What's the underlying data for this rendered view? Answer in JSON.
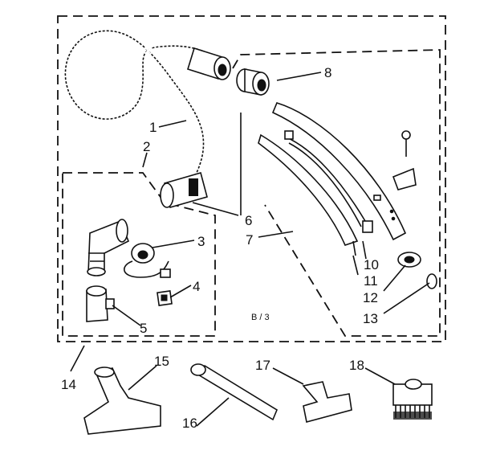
{
  "diagram": {
    "labels": {
      "1": "1",
      "2": "2",
      "3": "3",
      "4": "4",
      "5": "5",
      "6": "6",
      "7": "7",
      "8": "8",
      "10": "10",
      "11": "11",
      "12": "12",
      "13": "13",
      "14": "14",
      "15": "15",
      "16": "16",
      "17": "17",
      "18": "18"
    },
    "page_ref": "B / 3"
  }
}
